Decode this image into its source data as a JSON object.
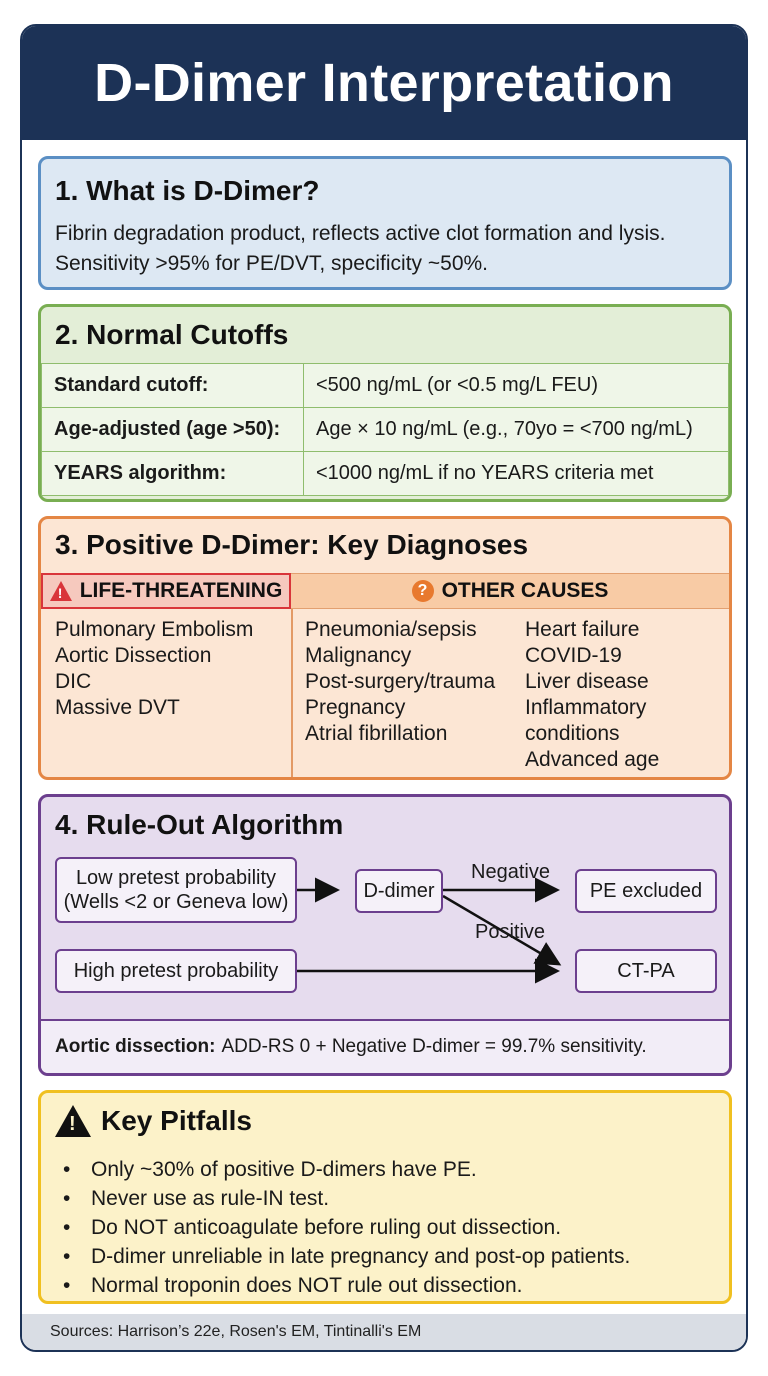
{
  "header": {
    "title": "D-Dimer Interpretation"
  },
  "what": {
    "title": "1. What is D-Dimer?",
    "body_line1": "Fibrin degradation product, reflects active clot formation and lysis.",
    "body_line2": "Sensitivity >95% for PE/DVT, specificity ~50%."
  },
  "cutoffs": {
    "title": "2. Normal Cutoffs",
    "rows": [
      {
        "label": "Standard cutoff:",
        "value": "<500 ng/mL (or <0.5 mg/L FEU)"
      },
      {
        "label": "Age-adjusted (age >50):",
        "value": "Age × 10 ng/mL (e.g., 70yo = <700 ng/mL)"
      },
      {
        "label": "YEARS algorithm:",
        "value": "<1000 ng/mL if no YEARS criteria met"
      }
    ]
  },
  "diagnoses": {
    "title": "3. Positive D-Dimer: Key Diagnoses",
    "life_header": "LIFE-THREATENING",
    "other_header": "OTHER CAUSES",
    "life": [
      "Pulmonary Embolism",
      "Aortic Dissection",
      "DIC",
      "Massive DVT"
    ],
    "other_col1": [
      "Pneumonia/sepsis",
      "Malignancy",
      "Post-surgery/trauma",
      "Pregnancy",
      "Atrial fibrillation"
    ],
    "other_col2": [
      "Heart failure",
      "COVID-19",
      "Liver disease",
      "Inflammatory",
      "conditions",
      "Advanced age"
    ]
  },
  "algorithm": {
    "title": "4. Rule-Out Algorithm",
    "low_line1": "Low pretest probability",
    "low_line2": "(Wells <2 or Geneva low)",
    "ddimer": "D-dimer",
    "negative": "Negative",
    "positive": "Positive",
    "pe_excluded": "PE excluded",
    "high": "High pretest probability",
    "ctpa": "CT-PA",
    "aortic_label": "Aortic dissection:",
    "aortic_text": "ADD-RS 0 + Negative D-dimer = 99.7% sensitivity."
  },
  "pitfalls": {
    "title": "Key Pitfalls",
    "items": [
      "Only ~30% of positive D-dimers have PE.",
      "Never use as rule-IN test.",
      "Do NOT anticoagulate before ruling out dissection.",
      "D-dimer unreliable in late pregnancy and post-op patients.",
      "Normal troponin does NOT rule out dissection."
    ]
  },
  "footer": {
    "sources": "Sources: Harrison’s 22e, Rosen's EM, Tintinalli's EM"
  },
  "colors": {
    "header_bg": "#1c3256",
    "section1": "#5b8fc4",
    "section2": "#79ae52",
    "section3": "#e48644",
    "section4": "#6c3f8e",
    "section5": "#f0c020",
    "danger": "#d9353a"
  }
}
